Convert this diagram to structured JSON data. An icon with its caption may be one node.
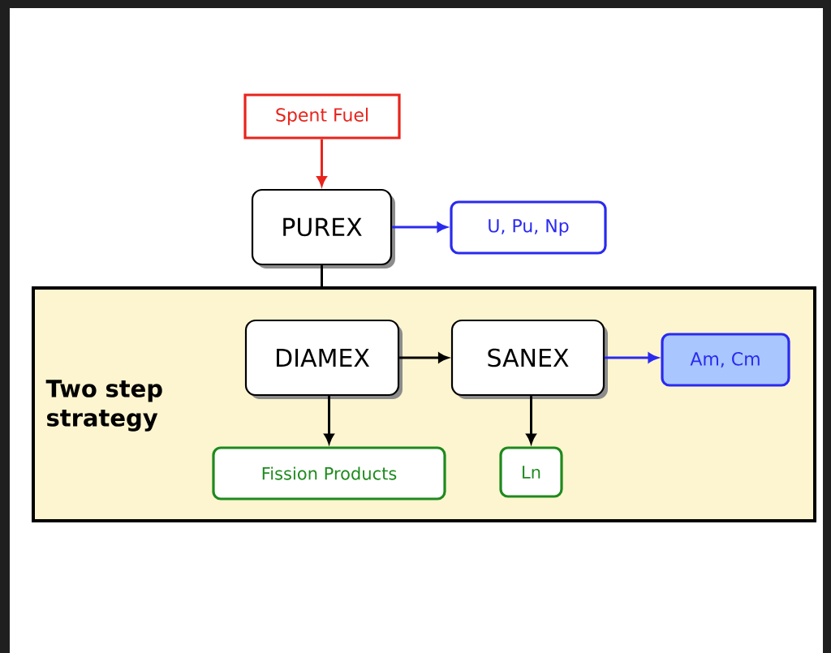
{
  "diagram": {
    "nodes": [
      {
        "text": [
          "Spent Fuel"
        ]
      },
      {
        "text": [
          "PUREX"
        ]
      },
      {
        "text": [
          "U, Pu, Np"
        ]
      },
      {
        "text": [
          "Two step strategy"
        ]
      },
      {
        "text": [
          "DIAMEX"
        ],
        "in": 3
      },
      {
        "text": [
          "SANEX"
        ],
        "in": 3
      },
      {
        "text": [
          "Am, Cm"
        ],
        "in": 3
      },
      {
        "text": [
          "Fission Products"
        ],
        "in": 3
      },
      {
        "text": [
          "Ln"
        ],
        "in": 3
      }
    ],
    "edges": [
      {
        "from": 0,
        "to": 1,
        "arrow": "to",
        "color": "#e8241c"
      },
      {
        "from": 1,
        "to": 2,
        "arrow": "to",
        "color": "#2a2af0"
      },
      {
        "from": 1,
        "to": 3,
        "arrow": "none"
      },
      {
        "from": 4,
        "to": 5,
        "arrow": "to"
      },
      {
        "from": 5,
        "to": 6,
        "arrow": "to",
        "color": "#2a2af0"
      },
      {
        "from": 4,
        "to": 7,
        "arrow": "to"
      },
      {
        "from": 5,
        "to": 8,
        "arrow": "to"
      }
    ]
  }
}
